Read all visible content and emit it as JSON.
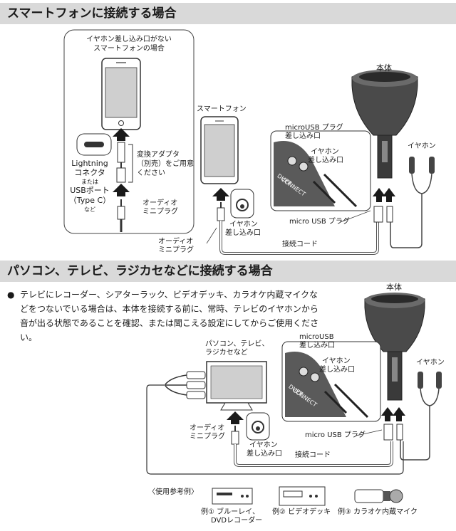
{
  "section1": {
    "title": "スマートフォンに接続する場合",
    "callout_line1": "イヤホン差し込み口がない",
    "callout_line2": "スマートフォンの場合",
    "lightning_line1": "Lightning",
    "lightning_line2": "コネクタ",
    "or_text": "または",
    "usb_line1": "USBポート",
    "usb_line2": "（Type C）",
    "etc_text": "など",
    "adapter_line1": "変換アダプタ",
    "adapter_line2": "（別売）をご用意",
    "adapter_line3": "ください",
    "audio_plug_line1": "オーディオ",
    "audio_plug_line2": "ミニプラグ",
    "smartphone_label": "スマートフォン",
    "audio_plug2_line1": "オーディオ",
    "audio_plug2_line2": "ミニプラグ",
    "jack_line1": "イヤホン",
    "jack_line2": "差し込み口",
    "cable_label": "接続コード",
    "device_label": "本体",
    "micro_usb_jack_line1": "microUSB プラグ",
    "micro_usb_jack_line2": "差し込み口",
    "device_jack_line1": "イヤホン",
    "device_jack_line2": "差し込み口",
    "micro_usb_plug": "micro USB プラグ",
    "earphone_label": "イヤホン",
    "device_print1": "DUET",
    "device_print2": "CONNECT"
  },
  "section2": {
    "title": "パソコン、テレビ、ラジカセなどに接続する場合",
    "bullet": "●",
    "note": "テレビにレコーダー、シアターラック、ビデオデッキ、カラオケ内蔵マイクなどをつないでいる場合は、本体を接続する前に、常時、テレビのイヤホンから音が出る状態であることを確認、または聞こえる設定にしてからご使用ください。",
    "pc_line1": "パソコン、テレビ、",
    "pc_line2": "ラジカセなど",
    "audio_plug_line1": "オーディオ",
    "audio_plug_line2": "ミニプラグ",
    "jack_line1": "イヤホン",
    "jack_line2": "差し込み口",
    "cable_label": "接続コード",
    "device_label": "本体",
    "micro_usb_jack_line1": "microUSB",
    "micro_usb_jack_line2": "差し込み口",
    "device_jack_line1": "イヤホン",
    "device_jack_line2": "差し込み口",
    "micro_usb_plug": "micro USB プラグ",
    "earphone_label": "イヤホン",
    "example_header": "〈使用参考例〉",
    "example1_line1": "例① ブルーレイ、",
    "example1_line2": "DVDレコーダー",
    "example2": "例② ビデオデッキ",
    "example3": "例③ カラオケ内蔵マイク",
    "device_print1": "DUET",
    "device_print2": "CONNECT"
  }
}
